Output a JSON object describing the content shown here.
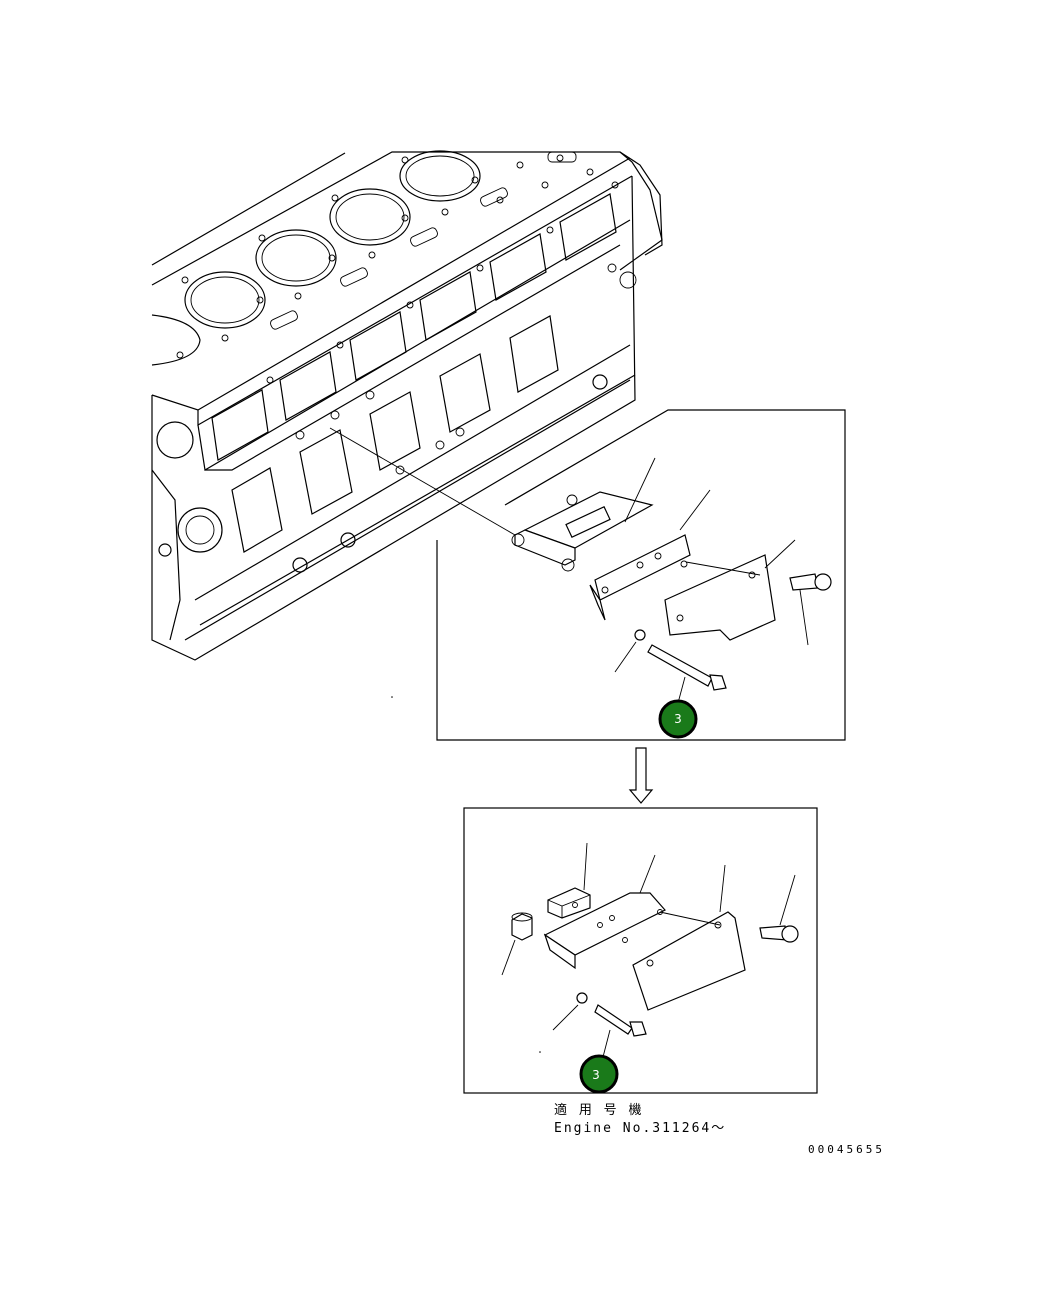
{
  "callouts": {
    "upper_badge": "3",
    "lower_badge": "3"
  },
  "caption": {
    "line1": "適 用 号 機",
    "line2": "Engine No.311264～"
  },
  "document_number": "00045655",
  "colors": {
    "badge_fill": "#1a7a1a",
    "line": "#000000"
  },
  "icons": {
    "transition_arrow": "down-arrow-icon"
  }
}
